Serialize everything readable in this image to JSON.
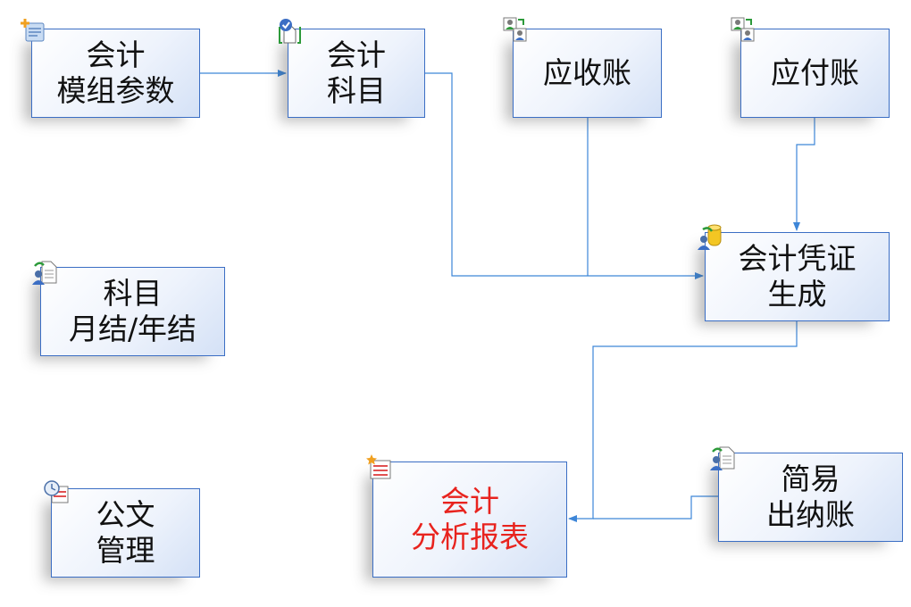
{
  "nodes": {
    "module_params": {
      "lines": [
        "会计",
        "模组参数"
      ],
      "icon": "doc-add-icon"
    },
    "accounts": {
      "lines": [
        "会计",
        "科目"
      ],
      "icon": "check-doc-icon"
    },
    "receivable": {
      "lines": [
        "应收账"
      ],
      "icon": "users-swap-icon"
    },
    "payable": {
      "lines": [
        "应付账"
      ],
      "icon": "users-swap-icon"
    },
    "voucher": {
      "lines": [
        "会计凭证",
        "生成"
      ],
      "icon": "user-database-icon"
    },
    "closing": {
      "lines": [
        "科目",
        "月结/年结"
      ],
      "icon": "user-doc-icon"
    },
    "documents": {
      "lines": [
        "公文",
        "管理"
      ],
      "icon": "clock-calendar-icon"
    },
    "report": {
      "lines": [
        "会计",
        "分析报表"
      ],
      "icon": "calendar-star-icon"
    },
    "cashier": {
      "lines": [
        "简易",
        "出纳账"
      ],
      "icon": "user-doc-icon"
    }
  },
  "colors": {
    "border": "#3b6ec4",
    "line": "#3d86d8",
    "highlight_text": "#e8231e"
  }
}
